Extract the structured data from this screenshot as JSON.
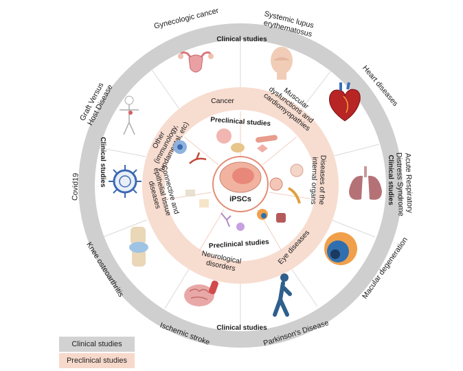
{
  "colors": {
    "outer_ring": "#cfcfcf",
    "preclinical_ring": "#f7dcd0",
    "center_fill": "#f1b39f",
    "center_inner": "#e8887a",
    "clinical_legend": "#d2d2d2",
    "preclinical_legend": "#f7d9cc"
  },
  "center": {
    "label": "iPSCs"
  },
  "outer_ring_labels": [
    "Gynecologic cancer",
    "Systemic lupus erythematosus",
    "Heart diseases",
    "Acute Respiratory Distress Syndrome",
    "Macular degeneration",
    "Parkinson's Disease",
    "Ischemic stroke",
    "Knee osteoarthritis",
    "Covid19",
    "Graft Versus Host Disease"
  ],
  "inner_ring_labels": [
    "Cancer",
    "Muscular dysfunctions and cardiomyopathies",
    "Diseases of the internal organs",
    "Eye diseases",
    "Neurological disorders",
    "Connective and epithelial tissue diseases",
    "Other (immunology, fundamental, etc)"
  ],
  "section_labels": {
    "clinical_top": "Clinical studies",
    "clinical_right": "Clinical studies",
    "clinical_bottom": "Clinical studies",
    "clinical_left": "Clinical studies",
    "preclinical_top": "Preclinical studies",
    "preclinical_bottom": "Preclinical studies"
  },
  "icons": [
    "uterus-icon",
    "head-icon",
    "heart-icon",
    "lungs-icon",
    "eye-icon",
    "walking-person-icon",
    "brain-icon",
    "knee-icon",
    "virus-icon",
    "body-outline-icon"
  ],
  "legend": {
    "clinical": "Clinical studies",
    "preclinical": "Preclinical studies"
  }
}
